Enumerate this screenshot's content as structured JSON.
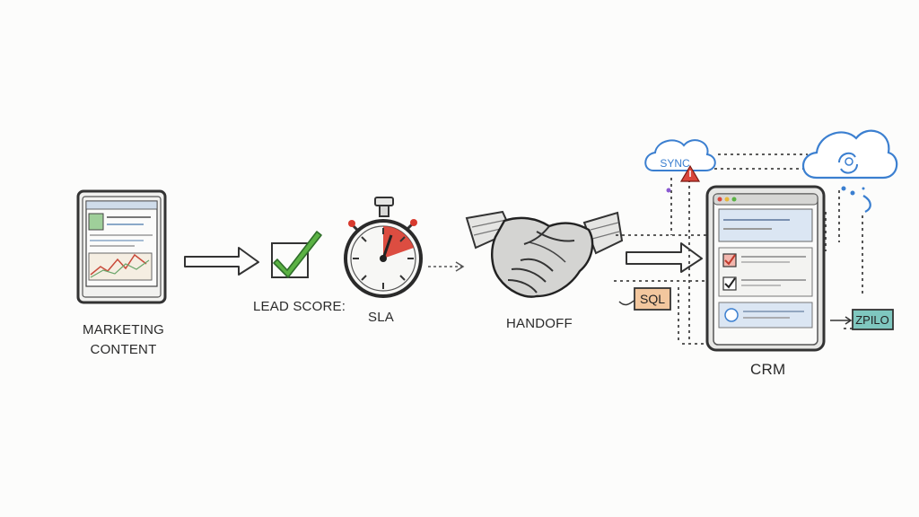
{
  "diagram": {
    "stages": {
      "marketing_line1": "MARKETING",
      "marketing_line2": "CONTENT",
      "lead_score": "LEAD SCORE:",
      "sla": "SLA",
      "handoff": "HANDOFF",
      "crm": "CRM"
    },
    "tags": {
      "sql": "SQL",
      "zpilo": "ZPILO",
      "sync": "SYNC"
    },
    "icons": {
      "marketing": "tablet-with-chart-icon",
      "lead": "checkmark-checkbox-icon",
      "sla": "stopwatch-icon",
      "handoff": "handshake-icon",
      "crm": "crm-tablet-icon",
      "cloud": "cloud-sync-icon",
      "warning": "warning-triangle-icon"
    },
    "colors": {
      "ink": "#2a2a2a",
      "check_green": "#46a23a",
      "stopwatch_red": "#d83a2e",
      "sql_orange": "#f3c79e",
      "zpilo_teal": "#7fc7bf",
      "cloud_blue": "#3b7fd0",
      "warning_red": "#d9463c"
    }
  }
}
